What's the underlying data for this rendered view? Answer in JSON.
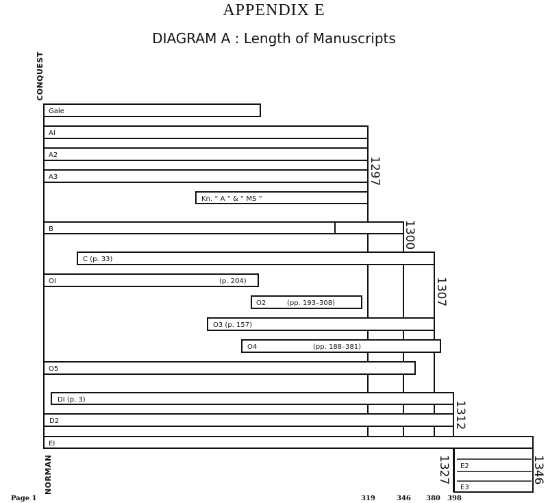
{
  "header": {
    "appendix": "APPENDIX E",
    "title": "DIAGRAM A :  Length of Manuscripts"
  },
  "axis": {
    "top_label": "CONQUEST",
    "bottom_label": "NORMAN",
    "page_label": "Page 1",
    "ticks": [
      "319",
      "346",
      "380",
      "398"
    ]
  },
  "years": [
    "1297",
    "1300",
    "1307",
    "1312",
    "1327",
    "1346"
  ],
  "manuscripts": [
    {
      "id": "Gale",
      "label": "Gale",
      "note": ""
    },
    {
      "id": "A1",
      "label": "AI",
      "note": ""
    },
    {
      "id": "A2",
      "label": "A2",
      "note": ""
    },
    {
      "id": "A3",
      "label": "A3",
      "note": ""
    },
    {
      "id": "Kn",
      "label": "Kn. “ A ” & “ MS ”",
      "note": ""
    },
    {
      "id": "B",
      "label": "B",
      "note": ""
    },
    {
      "id": "C",
      "label": "C  (p. 33)",
      "note": ""
    },
    {
      "id": "O1",
      "label": "OI",
      "note": "(p. 204)"
    },
    {
      "id": "O2",
      "label": "O2",
      "note": "(pp. 193–308)"
    },
    {
      "id": "O3",
      "label": "O3  (p. 157)",
      "note": ""
    },
    {
      "id": "O4",
      "label": "O4",
      "note": "(pp. 188–381)"
    },
    {
      "id": "O5",
      "label": "O5",
      "note": ""
    },
    {
      "id": "D1",
      "label": "DI  (p. 3)",
      "note": ""
    },
    {
      "id": "D2",
      "label": "D2",
      "note": ""
    },
    {
      "id": "E1",
      "label": "EI",
      "note": ""
    },
    {
      "id": "E2",
      "label": "E2",
      "note": ""
    },
    {
      "id": "E3",
      "label": "E3",
      "note": ""
    }
  ]
}
